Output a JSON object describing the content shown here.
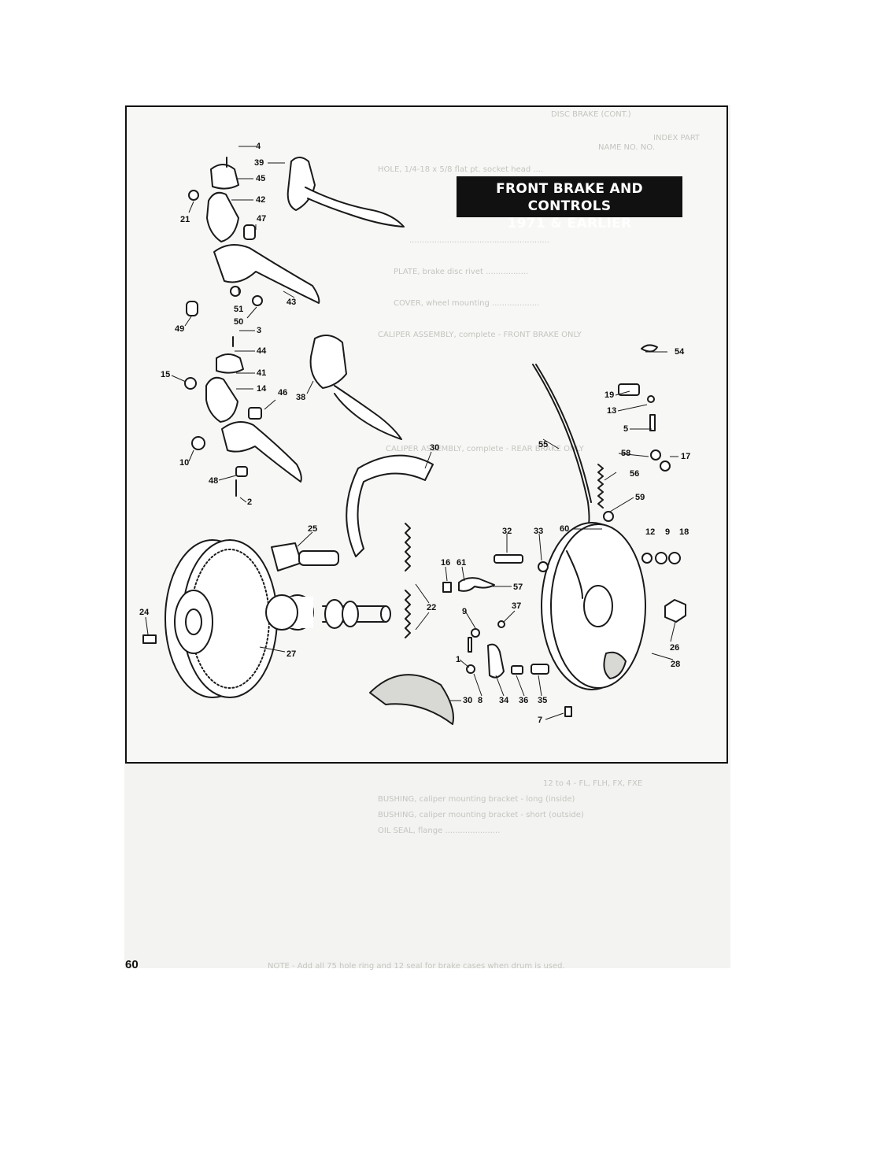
{
  "title": {
    "line1": "FRONT BRAKE AND CONTROLS",
    "line2": "1971 & EARLIER"
  },
  "page_number": "60",
  "part_labels": [
    "4",
    "39",
    "45",
    "42",
    "47",
    "21",
    "43",
    "51",
    "50",
    "49",
    "3",
    "44",
    "15",
    "41",
    "14",
    "46",
    "38",
    "10",
    "48",
    "2",
    "25",
    "24",
    "27",
    "30",
    "22",
    "16",
    "61",
    "57",
    "9",
    "37",
    "32",
    "33",
    "60",
    "55",
    "54",
    "19",
    "13",
    "5",
    "58",
    "17",
    "56",
    "59",
    "12",
    "9",
    "18",
    "26",
    "28",
    "1",
    "8",
    "34",
    "36",
    "35",
    "7",
    "30"
  ]
}
